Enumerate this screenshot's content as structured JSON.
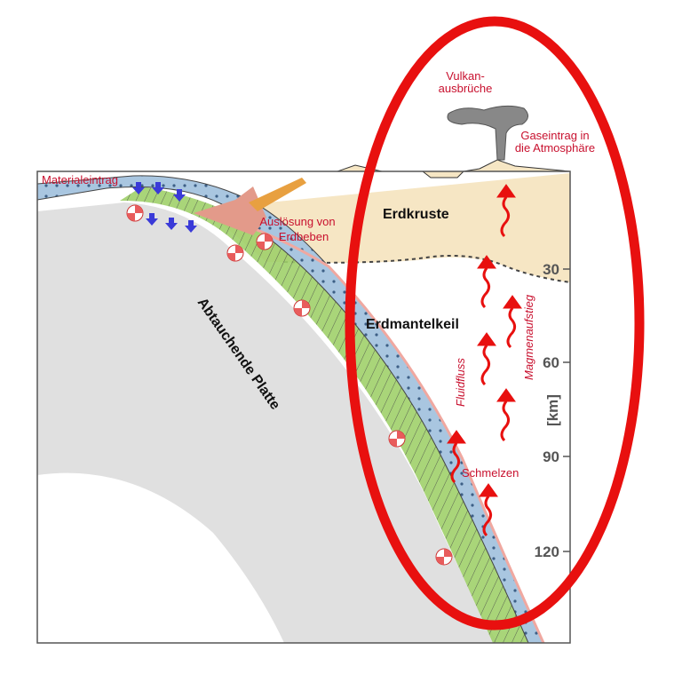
{
  "labels": {
    "material_input": "Materialeintrag",
    "earthquake_trigger_1": "Auslösung von",
    "earthquake_trigger_2": "Erdbeben",
    "volcano_1": "Vulkan-",
    "volcano_2": "ausbrüche",
    "gas_1": "Gaseintrag in",
    "gas_2": "die Atmosphäre",
    "crust": "Erdkruste",
    "mantle_wedge": "Erdmantelkeil",
    "subducting_plate": "Abtauchende Platte",
    "fluid_flow": "Fluidfluss",
    "magma_ascent": "Magmenaufstieg",
    "melting": "Schmelzen"
  },
  "depth_axis": {
    "unit": "[km]",
    "ticks": [
      "30",
      "60",
      "90",
      "120"
    ]
  },
  "colors": {
    "highlight": "#e8100f",
    "crust": "#f6e6c4",
    "oceanic_crust": "#a9c6e0",
    "mantle_lithosphere": "#9fd06a",
    "plate": "#e0e0e0",
    "text_red": "#c8102e"
  }
}
